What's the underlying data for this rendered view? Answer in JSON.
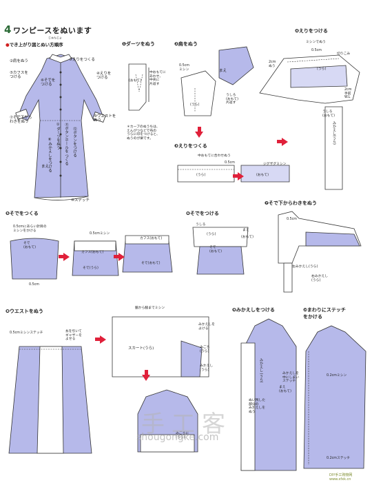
{
  "page": {
    "title_num": "4",
    "title": "ワンピースをぬいます",
    "subtitle": "でき上がり図とぬい方順序",
    "subtitle_ruby": "じゅんじょ"
  },
  "overview_labels": {
    "l2": "②肩をぬう",
    "l3": "③えりをつくる",
    "l5": "⑤カフスを\nつける",
    "l4": "④えりを\nつける",
    "l6": "⑥そでを\nつける",
    "l7": "⑦そで下から\nわきをぬう",
    "l9": "⑨ウエストを\nぬう",
    "l11": "⑪ボタンホールを\nつくる",
    "l8": "⑧みかえしをつける",
    "l1": "①ダーツをぬう",
    "l12": "⑫ボタンをつける",
    "mae": "まえ",
    "l10": "⑩ステッチ"
  },
  "steps": {
    "s1": "❶ダーツをぬう",
    "s2": "❷肩をぬう",
    "s3": "❸えりをつくる",
    "s4": "❹えりをつける",
    "s5": "❺そでをつくる",
    "s6": "❻そでをつける",
    "s7": "❼そで下からわきをぬう",
    "s8": "❽ウエストをぬう",
    "s9": "❾みかえしをつける",
    "s10": "❿まわりにステッチ\nをかける"
  },
  "notes": {
    "n1_center": "中おもてに\nあわせ、\n中央に\n片返す",
    "n1_omote": "(おもて)",
    "n1_star": "＊カーブのぬうちは、\nえんぴつなどで布の\nうらに印をつけると、\nぬうのが楽です。",
    "n2_05": "0.5cm\nミシン",
    "n2_mae": "まえ",
    "n2_ushiro": "うしろ\n(おもて)\n片返す",
    "n2_ura": "(うら)",
    "n3_top": "中おもてに合わせぬう",
    "n3_05": "0.5cm",
    "n3_zigzag": "ジグザグミシン",
    "n3_ura": "(うら)",
    "n3_omote": "(おもて)",
    "n4_mishin": "ミシンでぬう",
    "n4_05": "0.5cm",
    "n4_kiri": "切りこみ",
    "n4_2cm": "2cm\nぬう",
    "n4_ura": "(うら)",
    "n4_ushiro": "うしろ\n(おもて)",
    "n4_mikaeshi": "みかえし(うら)",
    "n4_wl": "2cm\n手前\nW.L",
    "n5_note": "0.5cmにあらい針目の\nミシンをかける",
    "n5_sode": "そで\n(おもて)",
    "n5_05": "0.5cm",
    "n5_05b": "0.5cmミシン",
    "n5_cuffs": "カフス(おもて)",
    "n5_cuffs2": "カフス(おもて)",
    "n5_sode2": "そで(うら)",
    "n5_sode3": "そで(おもて)",
    "n6_ushiro": "うしろ",
    "n6_mae": "まえ",
    "n6_omote": "(おもて)",
    "n6_ura": "(うら)",
    "n6_sode": "そで\n(おもて)",
    "n7_05": "0.5cm",
    "n7_hidari": "左みかえし(うら)",
    "n7_migi": "右みかえし\n(うら)",
    "n8_05": "0.5cmミシンステッチ",
    "n8_gather": "糸を引いて\nギャザーを\nよせる",
    "n8_top": "脇から脇までミシン",
    "n8_mikaeshi": "みかえしを\nよける",
    "n8_skirt": "スカート(うら)",
    "n8_migoro": "みごろ\n(うら)",
    "n8_mikaeshi2": "みかえし\n(うら)",
    "n8_migoro2": "みごろに\n(うら)",
    "n9_nui": "ぬい残した\n部分の\nみかえしを\nぬう",
    "n9_mikaeshi": "みかえし\n(うら)",
    "n9_mikaeshi2": "みかえしを\n中にしまい\nステッチ",
    "n9_mae": "まえ\n(おもて)",
    "n10_stitch": "0.2cmミシン",
    "n10_stitch2": "0.2cmステッチ"
  },
  "watermark": {
    "cn": "手工客",
    "url": "shougongke.com"
  },
  "badge": "DIY手工购物网\nwww.xfxk.cn",
  "colors": {
    "accent_green": "#2a6a35",
    "arrow_red": "#e0203a",
    "fabric_blue": "#b6b9ea"
  }
}
